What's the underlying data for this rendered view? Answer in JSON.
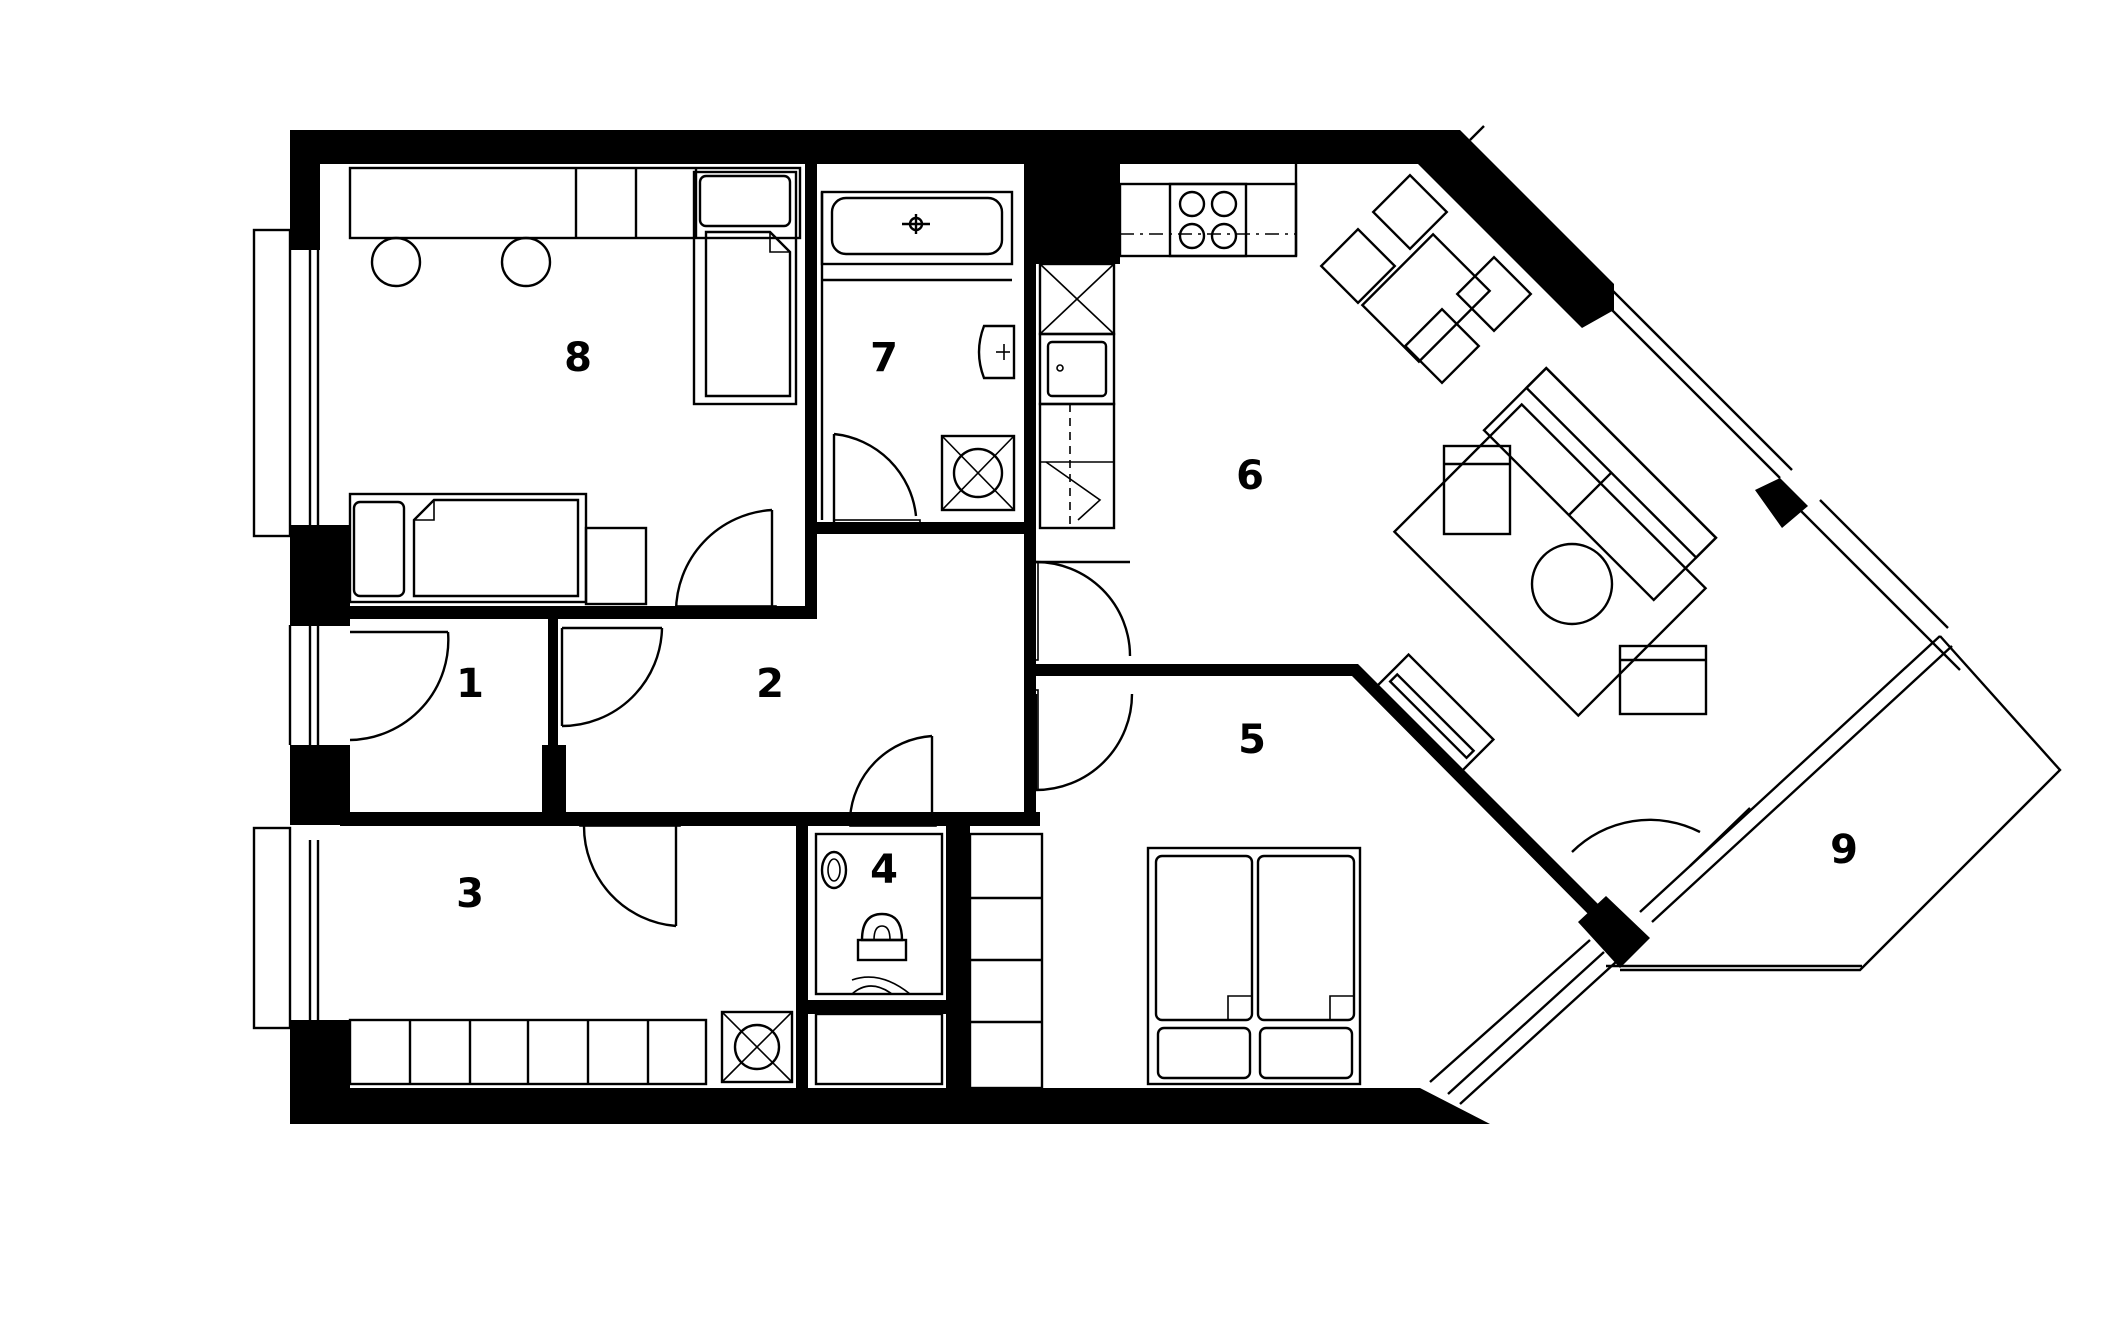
{
  "rooms": [
    {
      "id": "1",
      "label": "1"
    },
    {
      "id": "2",
      "label": "2"
    },
    {
      "id": "3",
      "label": "3"
    },
    {
      "id": "4",
      "label": "4"
    },
    {
      "id": "5",
      "label": "5"
    },
    {
      "id": "6",
      "label": "6"
    },
    {
      "id": "7",
      "label": "7"
    },
    {
      "id": "8",
      "label": "8"
    },
    {
      "id": "9",
      "label": "9"
    }
  ],
  "colors": {
    "ink": "#000000",
    "paper": "#ffffff"
  },
  "icons": [
    "door-swing-icon",
    "window-icon",
    "bed-icon",
    "table-icon",
    "chair-icon",
    "sofa-icon",
    "stove-icon",
    "sink-icon",
    "bathtub-icon",
    "toilet-icon",
    "washing-machine-icon",
    "wardrobe-icon"
  ]
}
